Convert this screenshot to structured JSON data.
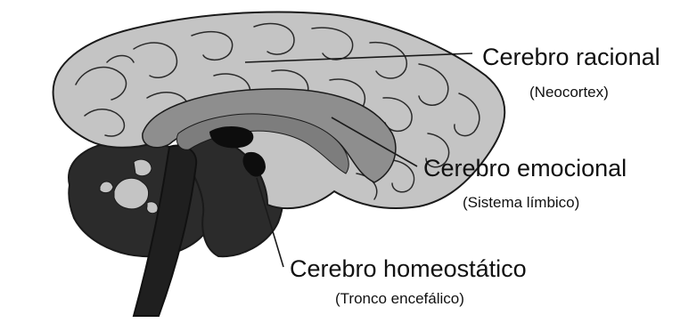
{
  "labels": {
    "rational": {
      "title": "Cerebro racional",
      "subtitle": "(Neocortex)"
    },
    "emotional": {
      "title": "Cerebro emocional",
      "subtitle": "(Sistema límbico)"
    },
    "homeostatic": {
      "title": "Cerebro homeostático",
      "subtitle": "(Tronco encefálico)"
    }
  },
  "colors": {
    "cortex": "#c4c4c4",
    "limbic": "#8e8e8e",
    "brainstem": "#2b2b2b",
    "outline": "#1a1a1a",
    "text": "#111111"
  }
}
